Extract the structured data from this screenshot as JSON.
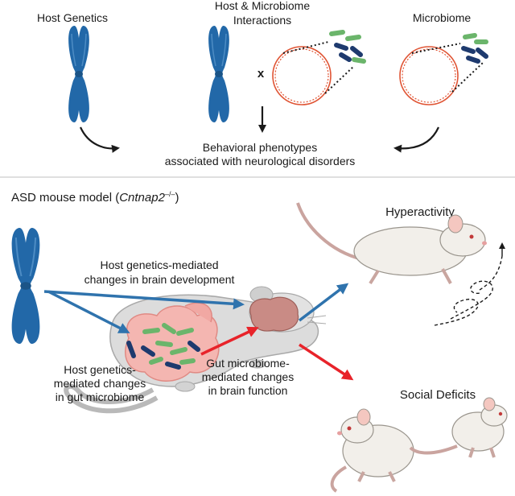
{
  "top_panel": {
    "host_genetics": "Host Genetics",
    "interactions_line1": "Host & Microbiome",
    "interactions_line2": "Interactions",
    "microbiome": "Microbiome",
    "times_symbol": "x",
    "outcome_line1": "Behavioral phenotypes",
    "outcome_line2": "associated with neurological disorders"
  },
  "bottom_panel": {
    "title_prefix": "ASD mouse model (",
    "title_gene": "Cntnap2",
    "title_superscript": "–/–",
    "title_suffix": ")",
    "brain_dev_line1": "Host genetics-mediated",
    "brain_dev_line2": "changes in brain development",
    "gut_mb_line1": "Host genetics-",
    "gut_mb_line2": "mediated changes",
    "gut_mb_line3": "in gut microbiome",
    "brain_fn_line1": "Gut microbiome-",
    "brain_fn_line2": "mediated changes",
    "brain_fn_line3": "in brain function",
    "hyperactivity": "Hyperactivity",
    "social_deficits": "Social Deficits"
  },
  "colors": {
    "chromosome": "#2268a8",
    "genetics_arrow": "#2f73ad",
    "microbiome_arrow": "#e8232a",
    "bacteria_green": "#6bb56b",
    "bacteria_navy": "#1e3a6e",
    "plasmid": "#e05535",
    "divider": "#cccccc"
  }
}
